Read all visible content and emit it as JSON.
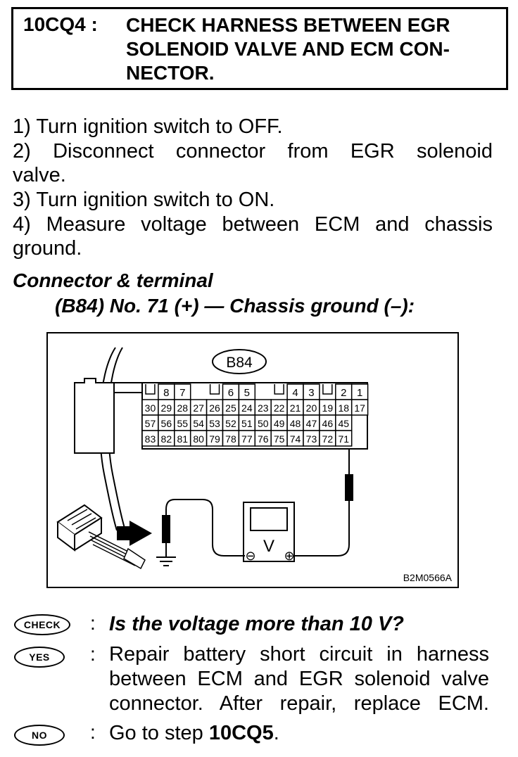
{
  "header": {
    "step_id": "10CQ4 :",
    "title_lines": [
      "CHECK HARNESS BETWEEN EGR",
      "SOLENOID VALVE AND ECM CON-",
      "NECTOR."
    ]
  },
  "instructions": [
    "1)  Turn ignition switch to OFF.",
    "2)  Disconnect  connector  from  EGR  solenoid",
    "valve.",
    "3)  Turn ignition switch to ON.",
    "4)  Measure voltage between ECM and chassis",
    "ground."
  ],
  "connector_heading": "Connector & terminal",
  "connector_detail": "(B84) No. 71 (+) — Chassis ground (–):",
  "figure": {
    "connector_label": "B84",
    "top_pins": [
      "8",
      "7",
      "6",
      "5",
      "4",
      "3",
      "2",
      "1"
    ],
    "row1": [
      "30",
      "29",
      "28",
      "27",
      "26",
      "25",
      "24",
      "23",
      "22",
      "21",
      "20",
      "19",
      "18",
      "17"
    ],
    "row2": [
      "57",
      "56",
      "55",
      "54",
      "53",
      "52",
      "51",
      "50",
      "49",
      "48",
      "47",
      "46",
      "45"
    ],
    "row3": [
      "83",
      "82",
      "81",
      "80",
      "79",
      "78",
      "77",
      "76",
      "75",
      "74",
      "73",
      "72",
      "71"
    ],
    "meter_symbol": "V",
    "minus_symbol": "⊖",
    "plus_symbol": "⊕",
    "figure_code": "B2M0566A"
  },
  "check": {
    "badge": "CHECK",
    "colon": ":",
    "question": "Is the voltage more than 10 V?"
  },
  "yes": {
    "badge": "YES",
    "colon": ":",
    "lines": [
      "Repair battery short circuit in harness",
      "between ECM and EGR solenoid valve",
      "connector. After repair, replace ECM."
    ]
  },
  "no": {
    "badge": "NO",
    "colon": ":",
    "prefix": "Go to step ",
    "step": "10CQ5",
    "suffix": "."
  }
}
